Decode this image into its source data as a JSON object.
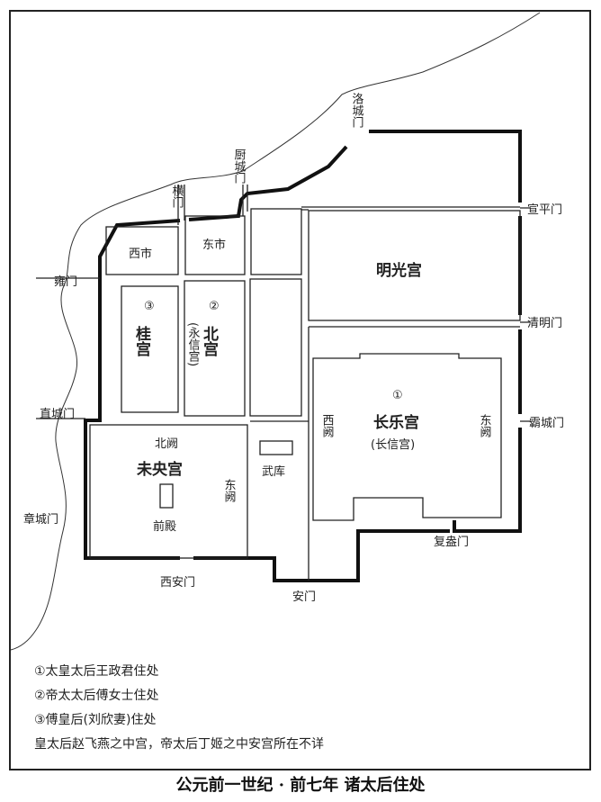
{
  "map": {
    "gates": {
      "xuanping": "宣平门",
      "qingming": "清明门",
      "bacheng": "霸城门",
      "fuang": "复盎门",
      "an": "安门",
      "xian": "西安门",
      "zhangcheng": "章城门",
      "zhicheng": "直城门",
      "yong": "雍门",
      "heng": "横门",
      "chucheng": "厨城门",
      "luocheng": "洛城门"
    },
    "places": {
      "xishi": "西市",
      "dongshi": "东市",
      "mingguang": "明光宫",
      "gui_num": "③",
      "gui": "桂宫",
      "bei_num": "②",
      "bei": "北宫",
      "bei_alt": "(永信宫)",
      "changle_num": "①",
      "changle": "长乐宫",
      "changle_alt": "(长信宫)",
      "changle_west": "西阙",
      "changle_east": "东阙",
      "weiyang": "未央宫",
      "weiyang_north": "北阙",
      "weiyang_east": "东阙",
      "qiandian": "前殿",
      "wuku": "武库"
    }
  },
  "legend": [
    "①太皇太后王政君住处",
    "②帝太太后傅女士住处",
    "③傅皇后(刘欣妻)住处",
    "皇太后赵飞燕之中宫，帝太后丁姬之中安宫所在不详"
  ],
  "caption": "公元前一世纪 · 前七年  诸太后住处"
}
